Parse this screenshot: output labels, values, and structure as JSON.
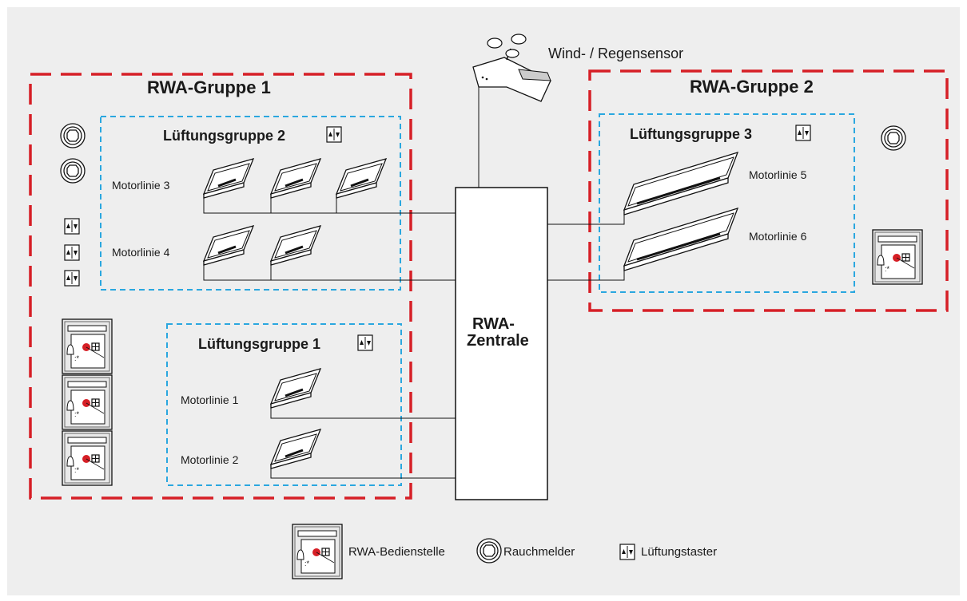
{
  "colors": {
    "rwa_border": "#d61f26",
    "lueftung_border": "#2aa7df",
    "line": "#111111",
    "knob": "#d61f26"
  },
  "rwa_groups": [
    {
      "label": "RWA-Gruppe 1"
    },
    {
      "label": "RWA-Gruppe 2"
    }
  ],
  "lueftung_groups": [
    {
      "label": "Lüftungsgruppe 2"
    },
    {
      "label": "Lüftungsgruppe 1"
    },
    {
      "label": "Lüftungsgruppe 3"
    }
  ],
  "motorlinien": [
    "Motorlinie 3",
    "Motorlinie 4",
    "Motorlinie 1",
    "Motorlinie 2",
    "Motorlinie 5",
    "Motorlinie 6"
  ],
  "sensor": {
    "label": "Wind- / Regensensor",
    "icon": "wind-rain-sensor-icon"
  },
  "zentrale": {
    "line1": "RWA-",
    "line2": "Zentrale"
  },
  "legend": {
    "bedienstelle": "RWA-Bedienstelle",
    "rauchmelder": "Rauchmelder",
    "lueftungstaster": "Lüftungstaster"
  }
}
